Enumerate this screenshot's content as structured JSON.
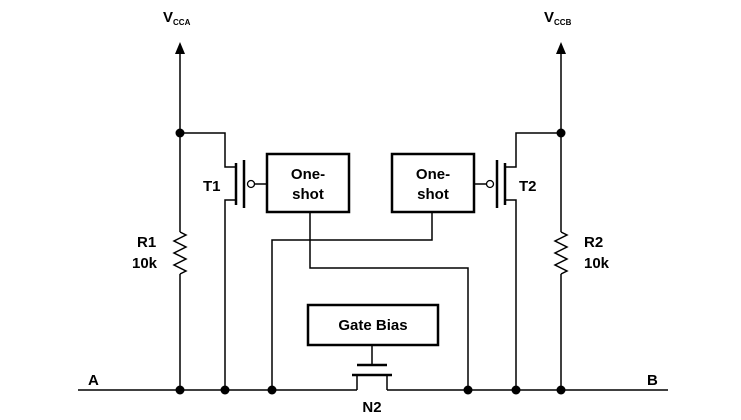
{
  "supplies": {
    "left": {
      "main": "V",
      "sub": "CCA"
    },
    "right": {
      "main": "V",
      "sub": "CCB"
    }
  },
  "transistors": {
    "t1": "T1",
    "t2": "T2",
    "n2": "N2"
  },
  "resistors": {
    "r1": {
      "name": "R1",
      "value": "10k"
    },
    "r2": {
      "name": "R2",
      "value": "10k"
    }
  },
  "blocks": {
    "oneshot_left": {
      "line1": "One-",
      "line2": "shot"
    },
    "oneshot_right": {
      "line1": "One-",
      "line2": "shot"
    },
    "gate_bias": "Gate Bias"
  },
  "ports": {
    "a": "A",
    "b": "B"
  }
}
